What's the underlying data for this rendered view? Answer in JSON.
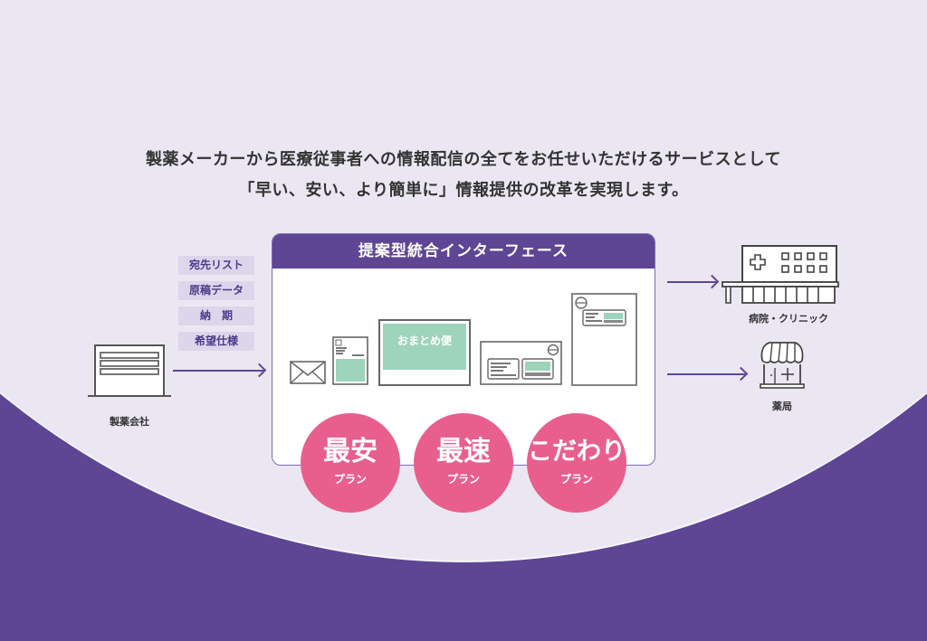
{
  "headline": {
    "line1": "製薬メーカーから医療従事者への情報配信の全てをお任せいただけるサービスとして",
    "line2": "「早い、安い、より簡単に」情報提供の改革を実現します。"
  },
  "source": {
    "label": "製薬会社",
    "icon": "building-icon",
    "tags": [
      "宛先リスト",
      "原稿データ",
      "納　期",
      "希望仕様"
    ]
  },
  "panel": {
    "title": "提案型統合インターフェース",
    "items": [
      {
        "icon": "envelope-icon"
      },
      {
        "icon": "flyer-icon"
      },
      {
        "icon": "bundle-mail-icon",
        "label": "おまとめ便"
      },
      {
        "icon": "postcard-icon"
      },
      {
        "icon": "letter-document-icon"
      }
    ],
    "plans": [
      {
        "title": "最安",
        "sub": "プラン"
      },
      {
        "title": "最速",
        "sub": "プラン"
      },
      {
        "title": "こだわり",
        "sub": "プラン"
      }
    ]
  },
  "destinations": [
    {
      "label": "病院・クリニック",
      "icon": "hospital-icon"
    },
    {
      "label": "薬局",
      "icon": "pharmacy-icon"
    }
  ],
  "colors": {
    "purple": "#5e4695",
    "background": "#ebe7f2",
    "tag_bg": "#dcd6eb",
    "pink": "#e85f8e",
    "mint": "#9ed3bc"
  }
}
